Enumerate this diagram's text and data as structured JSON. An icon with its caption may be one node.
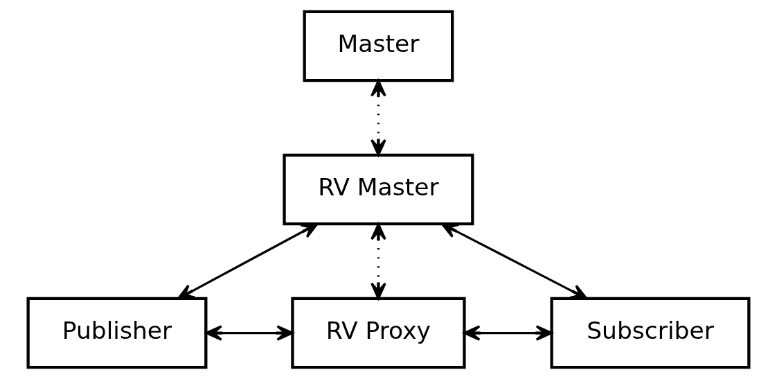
{
  "diagram": {
    "nodes": [
      {
        "text": [
          "Master"
        ]
      },
      {
        "text": [
          "RV Master"
        ]
      },
      {
        "text": [
          "Publisher"
        ]
      },
      {
        "text": [
          "RV Proxy"
        ]
      },
      {
        "text": [
          "Subscriber"
        ]
      }
    ],
    "edges": [
      {
        "from": 0,
        "to": 1,
        "arrow": "both",
        "style": "dashed"
      },
      {
        "from": 1,
        "to": 2,
        "arrow": "both"
      },
      {
        "from": 1,
        "to": 3,
        "arrow": "both",
        "style": "dashed"
      },
      {
        "from": 1,
        "to": 4,
        "arrow": "both"
      },
      {
        "from": 2,
        "to": 3,
        "arrow": "both"
      },
      {
        "from": 3,
        "to": 4,
        "arrow": "both"
      }
    ]
  }
}
